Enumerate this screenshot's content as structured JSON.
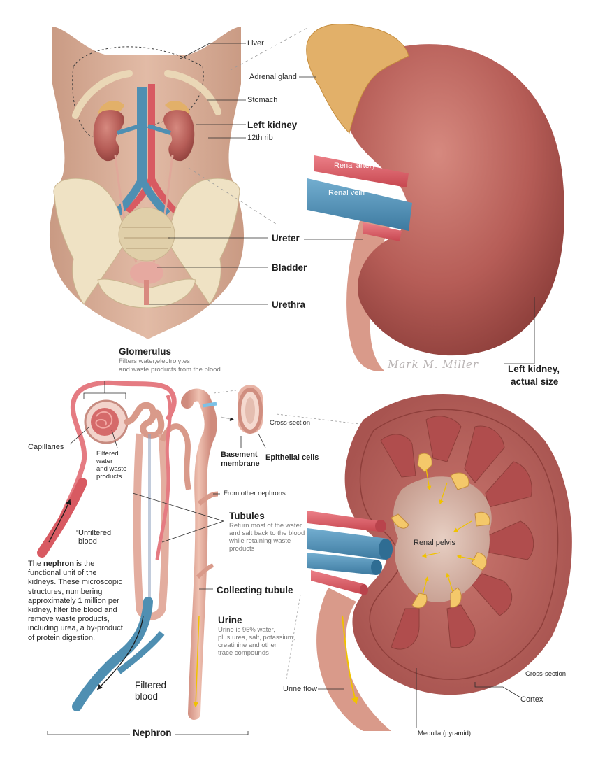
{
  "body_labels": {
    "liver": "Liver",
    "adrenal_gland": "Adrenal gland",
    "stomach": "Stomach",
    "left_kidney": "Left kidney",
    "rib": "12th rib",
    "ureter": "Ureter",
    "bladder": "Bladder",
    "urethra": "Urethra"
  },
  "kidney_labels": {
    "renal_artery": "Renal artery",
    "renal_vein": "Renal vein",
    "actual_size_line1": "Left kidney,",
    "actual_size_line2": "actual size",
    "signature": "Mark M. Miller"
  },
  "nephron": {
    "glomerulus_title": "Glomerulus",
    "glomerulus_desc_1": "Filters water,electrolytes",
    "glomerulus_desc_2": "and waste products from the blood",
    "cross_section": "Cross-section",
    "basement_1": "Basement",
    "basement_2": "membrane",
    "epithelial": "Epithelial cells",
    "capillaries": "Capillaries",
    "filtered_water_1": "Filtered",
    "filtered_water_2": "water",
    "filtered_water_3": "and waste",
    "filtered_water_4": "products",
    "from_other": "From other nephrons",
    "tubules_title": "Tubules",
    "tubules_desc_1": "Return most of the water",
    "tubules_desc_2": "and salt back to the blood",
    "tubules_desc_3": "while retaining waste",
    "tubules_desc_4": "products",
    "unfiltered_1": "Unfiltered",
    "unfiltered_2": "blood",
    "para_bold": "nephron",
    "para_pre": "The ",
    "para_post": " is the functional unit of the kidneys. These microscopic structures, numbering approximately 1 million per kidney, filter the blood and remove waste products, including urea, a by-product of protein digestion.",
    "collecting": "Collecting tubule",
    "urine_title": "Urine",
    "urine_desc_1": "Urine is 95% water,",
    "urine_desc_2": "plus urea, salt, potassium,",
    "urine_desc_3": "creatinine and other",
    "urine_desc_4": "trace compounds",
    "filtered_blood_1": "Filtered",
    "filtered_blood_2": "blood",
    "nephron_label": "Nephron"
  },
  "section_labels": {
    "renal_pelvis": "Renal pelvis",
    "cross_section": "Cross-section",
    "cortex": "Cortex",
    "urine_flow": "Urine flow",
    "medulla": "Medulla (pyramid)"
  },
  "colors": {
    "skin": "#d7ad95",
    "kidney": "#b8605b",
    "artery": "#d85a62",
    "vein": "#4f8fb2",
    "bone": "#efe2c4",
    "adrenal": "#e2b069",
    "urine": "#f0c200"
  }
}
